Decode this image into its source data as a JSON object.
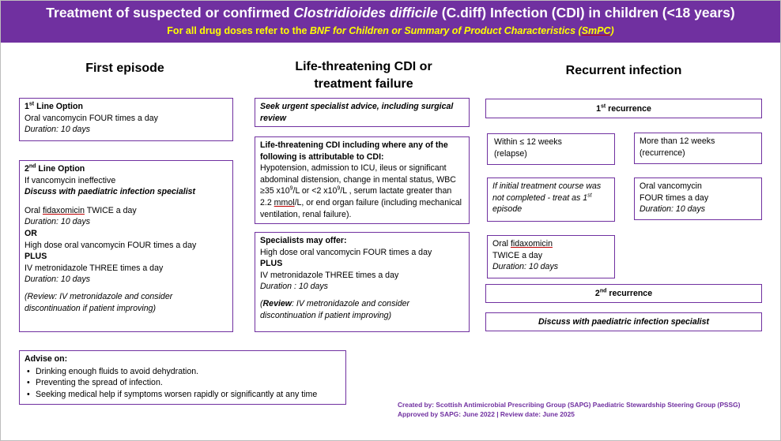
{
  "header": {
    "title_pre": "Treatment of suspected or confirmed ",
    "title_em": "Clostridioides difficile",
    "title_post": " (C.diff) Infection (CDI) in children (<18 years)",
    "subtitle_pre": "For all drug doses refer to the ",
    "subtitle_em": "BNF for Children or Summary of Product Characteristics (",
    "subtitle_em2": "SmPC",
    "subtitle_end": ")"
  },
  "first_episode": {
    "heading": "First episode",
    "line1": {
      "label_sup": "st",
      "label_num": "1",
      "label_text": " Line Option",
      "drug": "Oral vancomycin FOUR times a day",
      "duration": "Duration: 10 days"
    },
    "line2": {
      "label_num": "2",
      "label_sup": "nd",
      "label_text": " Line Option",
      "condition": "If vancomycin ineffective",
      "advice": "Discuss with paediatric infection specialist",
      "option_a_pre": "Oral ",
      "option_a_drug": "fidaxomicin",
      "option_a_post": " TWICE a day",
      "option_a_duration": "Duration: 10 days",
      "or": "OR",
      "option_b": "High dose oral vancomycin FOUR times a day",
      "plus": "PLUS",
      "option_b2": "IV metronidazole THREE times a day",
      "option_b_duration": "Duration: 10 days",
      "review": "(Review: IV metronidazole and consider discontinuation if patient improving)"
    }
  },
  "life_threatening": {
    "heading_line1": "Life-threatening CDI or",
    "heading_line2": "treatment failure",
    "urgent": "Seek urgent specialist advice, including surgical review",
    "criteria_heading": "Life-threatening CDI including where any of the following is attributable to CDI:",
    "criteria_1": "Hypotension, admission to ICU, ileus or significant abdominal distension, change in mental status, WBC ≥35 x10",
    "criteria_sup1": "9",
    "criteria_2": "/L or <2 x10",
    "criteria_sup2": "9",
    "criteria_3": "/L , serum lactate greater than 2.2 ",
    "criteria_unit": "mmol",
    "criteria_4": "/L, or end organ failure (including mechanical ventilation, renal failure).",
    "specialists_heading": "Specialists may offer:",
    "spec_drug1": "High dose oral vancomycin FOUR times a day",
    "spec_plus": "PLUS",
    "spec_drug2": "IV metronidazole THREE times a day",
    "spec_duration": "Duration : 10 days",
    "spec_review_bold": "Review",
    "spec_review_pre": "(",
    "spec_review_post": ": IV metronidazole and consider discontinuation if patient improving)"
  },
  "recurrent": {
    "heading": "Recurrent infection",
    "first_recurrence_num": "1",
    "first_recurrence_sup": "st",
    "first_recurrence_text": " recurrence",
    "within_line1": "Within ≤ 12 weeks",
    "within_line2": "(relapse)",
    "more_line1": "More than 12 weeks",
    "more_line2": "(recurrence)",
    "not_completed": "If initial treatment course was not completed - treat as 1",
    "not_completed_sup": "st",
    "not_completed_end": " episode",
    "fidax_pre": "Oral ",
    "fidax_drug": "fidaxomicin",
    "fidax_freq": "TWICE a day",
    "fidax_duration": "Duration: 10 days",
    "vanc_drug": "Oral vancomycin",
    "vanc_freq": "FOUR times a day",
    "vanc_duration": "Duration: 10 days",
    "second_recurrence_num": "2",
    "second_recurrence_sup": "nd",
    "second_recurrence_text": " recurrence",
    "discuss": "Discuss with paediatric infection specialist"
  },
  "advise": {
    "heading": "Advise on:",
    "items": [
      "Drinking enough fluids to avoid dehydration.",
      "Preventing the spread of infection.",
      "Seeking medical help if symptoms worsen rapidly or significantly at any time"
    ]
  },
  "footer": {
    "created": "Created by: Scottish Antimicrobial Prescribing Group (SAPG) Paediatric Stewardship Steering Group (PSSG)",
    "approved": "Approved by SAPG:  June 2022  |  Review date:  June 2025"
  },
  "colors": {
    "header_bg": "#7030a0",
    "subtitle": "#ffff00",
    "box_border": "#7030a0",
    "footer_text": "#7030a0"
  }
}
